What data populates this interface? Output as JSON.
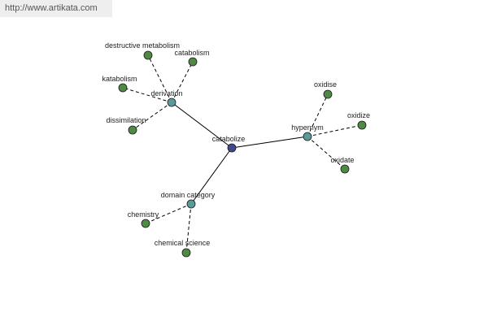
{
  "header": {
    "url_text": "http://www.artikata.com"
  },
  "colors": {
    "center": "#3f4a8c",
    "hub": "#5c9a9a",
    "leaf": "#4f8a45",
    "banner_bg": "#eeeeee"
  },
  "nodes": [
    {
      "id": "catabolize",
      "label": "catabolize",
      "kind": "center"
    },
    {
      "id": "derivation",
      "label": "derivation",
      "kind": "hub"
    },
    {
      "id": "hypernym",
      "label": "hypernym",
      "kind": "hub"
    },
    {
      "id": "domain-category",
      "label": "domain category",
      "kind": "hub"
    },
    {
      "id": "destructive-metabolism",
      "label": "destructive metabolism",
      "kind": "leaf"
    },
    {
      "id": "catabolism",
      "label": "catabolism",
      "kind": "leaf"
    },
    {
      "id": "katabolism",
      "label": "katabolism",
      "kind": "leaf"
    },
    {
      "id": "dissimilation",
      "label": "dissimilation",
      "kind": "leaf"
    },
    {
      "id": "oxidise",
      "label": "oxidise",
      "kind": "leaf"
    },
    {
      "id": "oxidize",
      "label": "oxidize",
      "kind": "leaf"
    },
    {
      "id": "oxidate",
      "label": "oxidate",
      "kind": "leaf"
    },
    {
      "id": "chemistry",
      "label": "chemistry",
      "kind": "leaf"
    },
    {
      "id": "chemical-science",
      "label": "chemical science",
      "kind": "leaf"
    }
  ],
  "edges": [
    {
      "from": "catabolize",
      "to": "derivation",
      "style": "solid"
    },
    {
      "from": "catabolize",
      "to": "hypernym",
      "style": "solid"
    },
    {
      "from": "catabolize",
      "to": "domain-category",
      "style": "solid"
    },
    {
      "from": "derivation",
      "to": "destructive-metabolism",
      "style": "dashed"
    },
    {
      "from": "derivation",
      "to": "catabolism",
      "style": "dashed"
    },
    {
      "from": "derivation",
      "to": "katabolism",
      "style": "dashed"
    },
    {
      "from": "derivation",
      "to": "dissimilation",
      "style": "dashed"
    },
    {
      "from": "hypernym",
      "to": "oxidise",
      "style": "dashed"
    },
    {
      "from": "hypernym",
      "to": "oxidize",
      "style": "dashed"
    },
    {
      "from": "hypernym",
      "to": "oxidate",
      "style": "dashed"
    },
    {
      "from": "domain-category",
      "to": "chemistry",
      "style": "dashed"
    },
    {
      "from": "domain-category",
      "to": "chemical-science",
      "style": "dashed"
    }
  ]
}
